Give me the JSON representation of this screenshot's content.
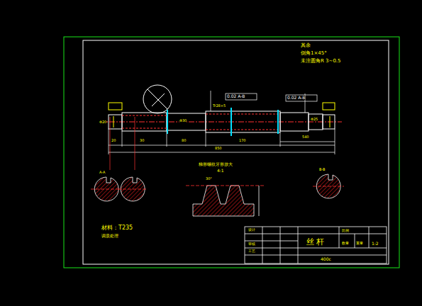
{
  "diagram": {
    "labels": [
      "其余",
      "倒角1×45°",
      "未注圆角R 3~0.5",
      "0.02 A-B",
      "0.02 A-B",
      "Φ20",
      "Φ30",
      "Φ25",
      "20",
      "30",
      "80",
      "170",
      "540",
      "850",
      "梯形螺纹牙形放大",
      "4:1",
      "材料：T235",
      "调质处理",
      "丝 杆",
      "比例",
      "1:2",
      "数量",
      "重量",
      "设计",
      "审核",
      "工艺",
      "400c",
      "A-A",
      "B-B",
      "30°",
      "Tr28×5"
    ]
  }
}
